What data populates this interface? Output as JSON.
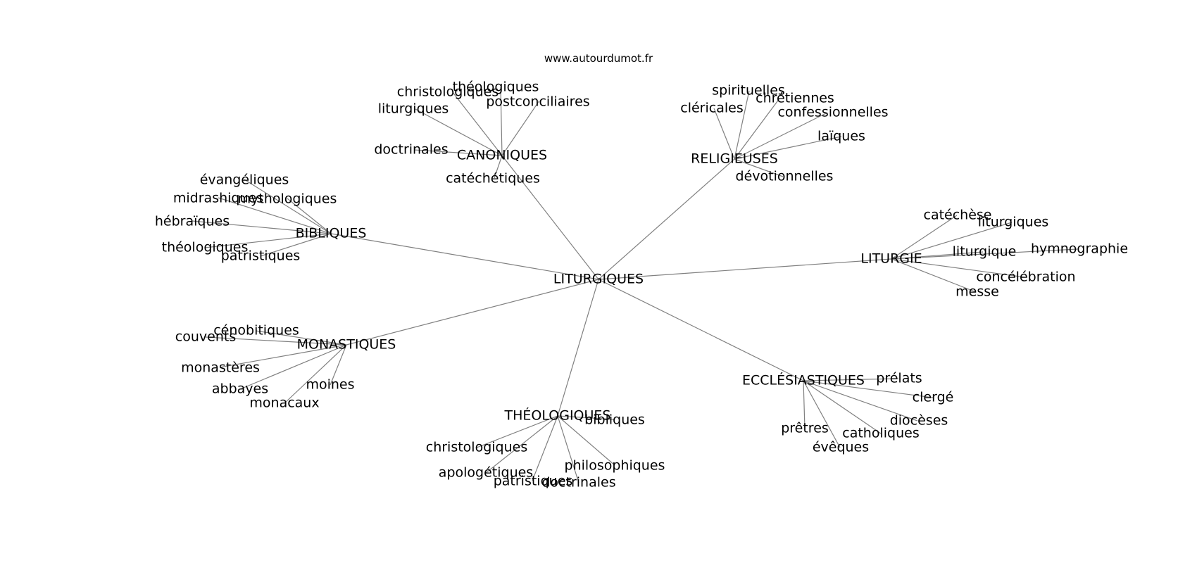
{
  "source": "www.autourdumot.fr",
  "colors": {
    "edge": "#808080",
    "text": "#000000",
    "background": "#ffffff"
  },
  "graph": {
    "center": "LITURGIQUES",
    "categories": [
      {
        "label": "CANONIQUES",
        "leaves": [
          "christologiques",
          "théologiques",
          "liturgiques",
          "postconciliaires",
          "doctrinales",
          "catéchétiques"
        ]
      },
      {
        "label": "RELIGIEUSES",
        "leaves": [
          "spirituelles",
          "cléricales",
          "chrétiennes",
          "confessionnelles",
          "laïques",
          "dévotionnelles"
        ]
      },
      {
        "label": "BIBLIQUES",
        "leaves": [
          "évangéliques",
          "midrashiques",
          "mythologiques",
          "hébraïques",
          "théologiques",
          "patristiques"
        ]
      },
      {
        "label": "LITURGIE",
        "leaves": [
          "catéchèse",
          "liturgiques",
          "liturgique",
          "hymnographie",
          "concélébration",
          "messe"
        ]
      },
      {
        "label": "MONASTIQUES",
        "leaves": [
          "cénobitiques",
          "couvents",
          "monastères",
          "abbayes",
          "moines",
          "monacaux"
        ]
      },
      {
        "label": "ECCLÉSIASTIQUES",
        "leaves": [
          "prélats",
          "clergé",
          "diocèses",
          "prêtres",
          "catholiques",
          "évêques"
        ]
      },
      {
        "label": "THÉOLOGIQUES",
        "leaves": [
          "bibliques",
          "christologiques",
          "apologétiques",
          "philosophiques",
          "patristiques",
          "doctrinales"
        ]
      }
    ]
  }
}
